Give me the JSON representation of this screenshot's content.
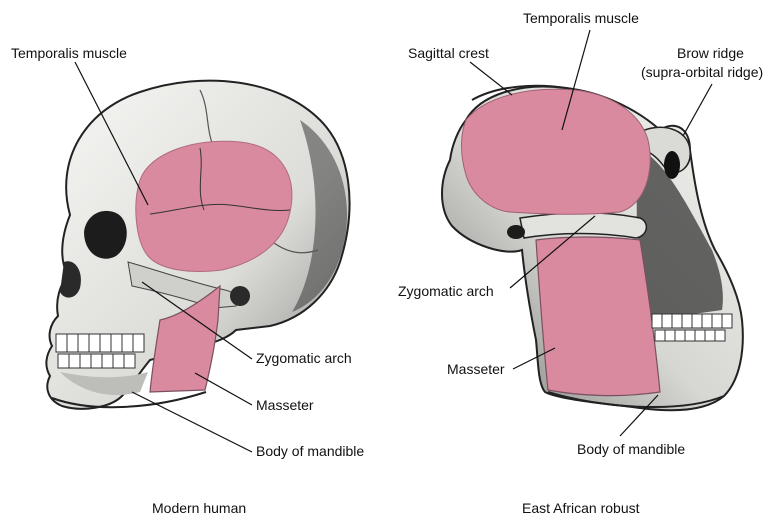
{
  "colors": {
    "muscle": "#d98a9f",
    "bone": "#ececea",
    "bone_shadow": "#6f6f6f",
    "ink": "#111111",
    "background": "#ffffff"
  },
  "modern_human": {
    "caption": "Modern human",
    "labels": {
      "temporalis": "Temporalis muscle",
      "zygomatic": "Zygomatic arch",
      "masseter": "Masseter",
      "mandible": "Body of mandible"
    }
  },
  "robust": {
    "caption": "East African robust",
    "labels": {
      "temporalis": "Temporalis muscle",
      "sagittal": "Sagittal crest",
      "brow_line1": "Brow ridge",
      "brow_line2": "(supra-orbital ridge)",
      "zygomatic": "Zygomatic arch",
      "masseter": "Masseter",
      "mandible": "Body of mandible"
    }
  }
}
